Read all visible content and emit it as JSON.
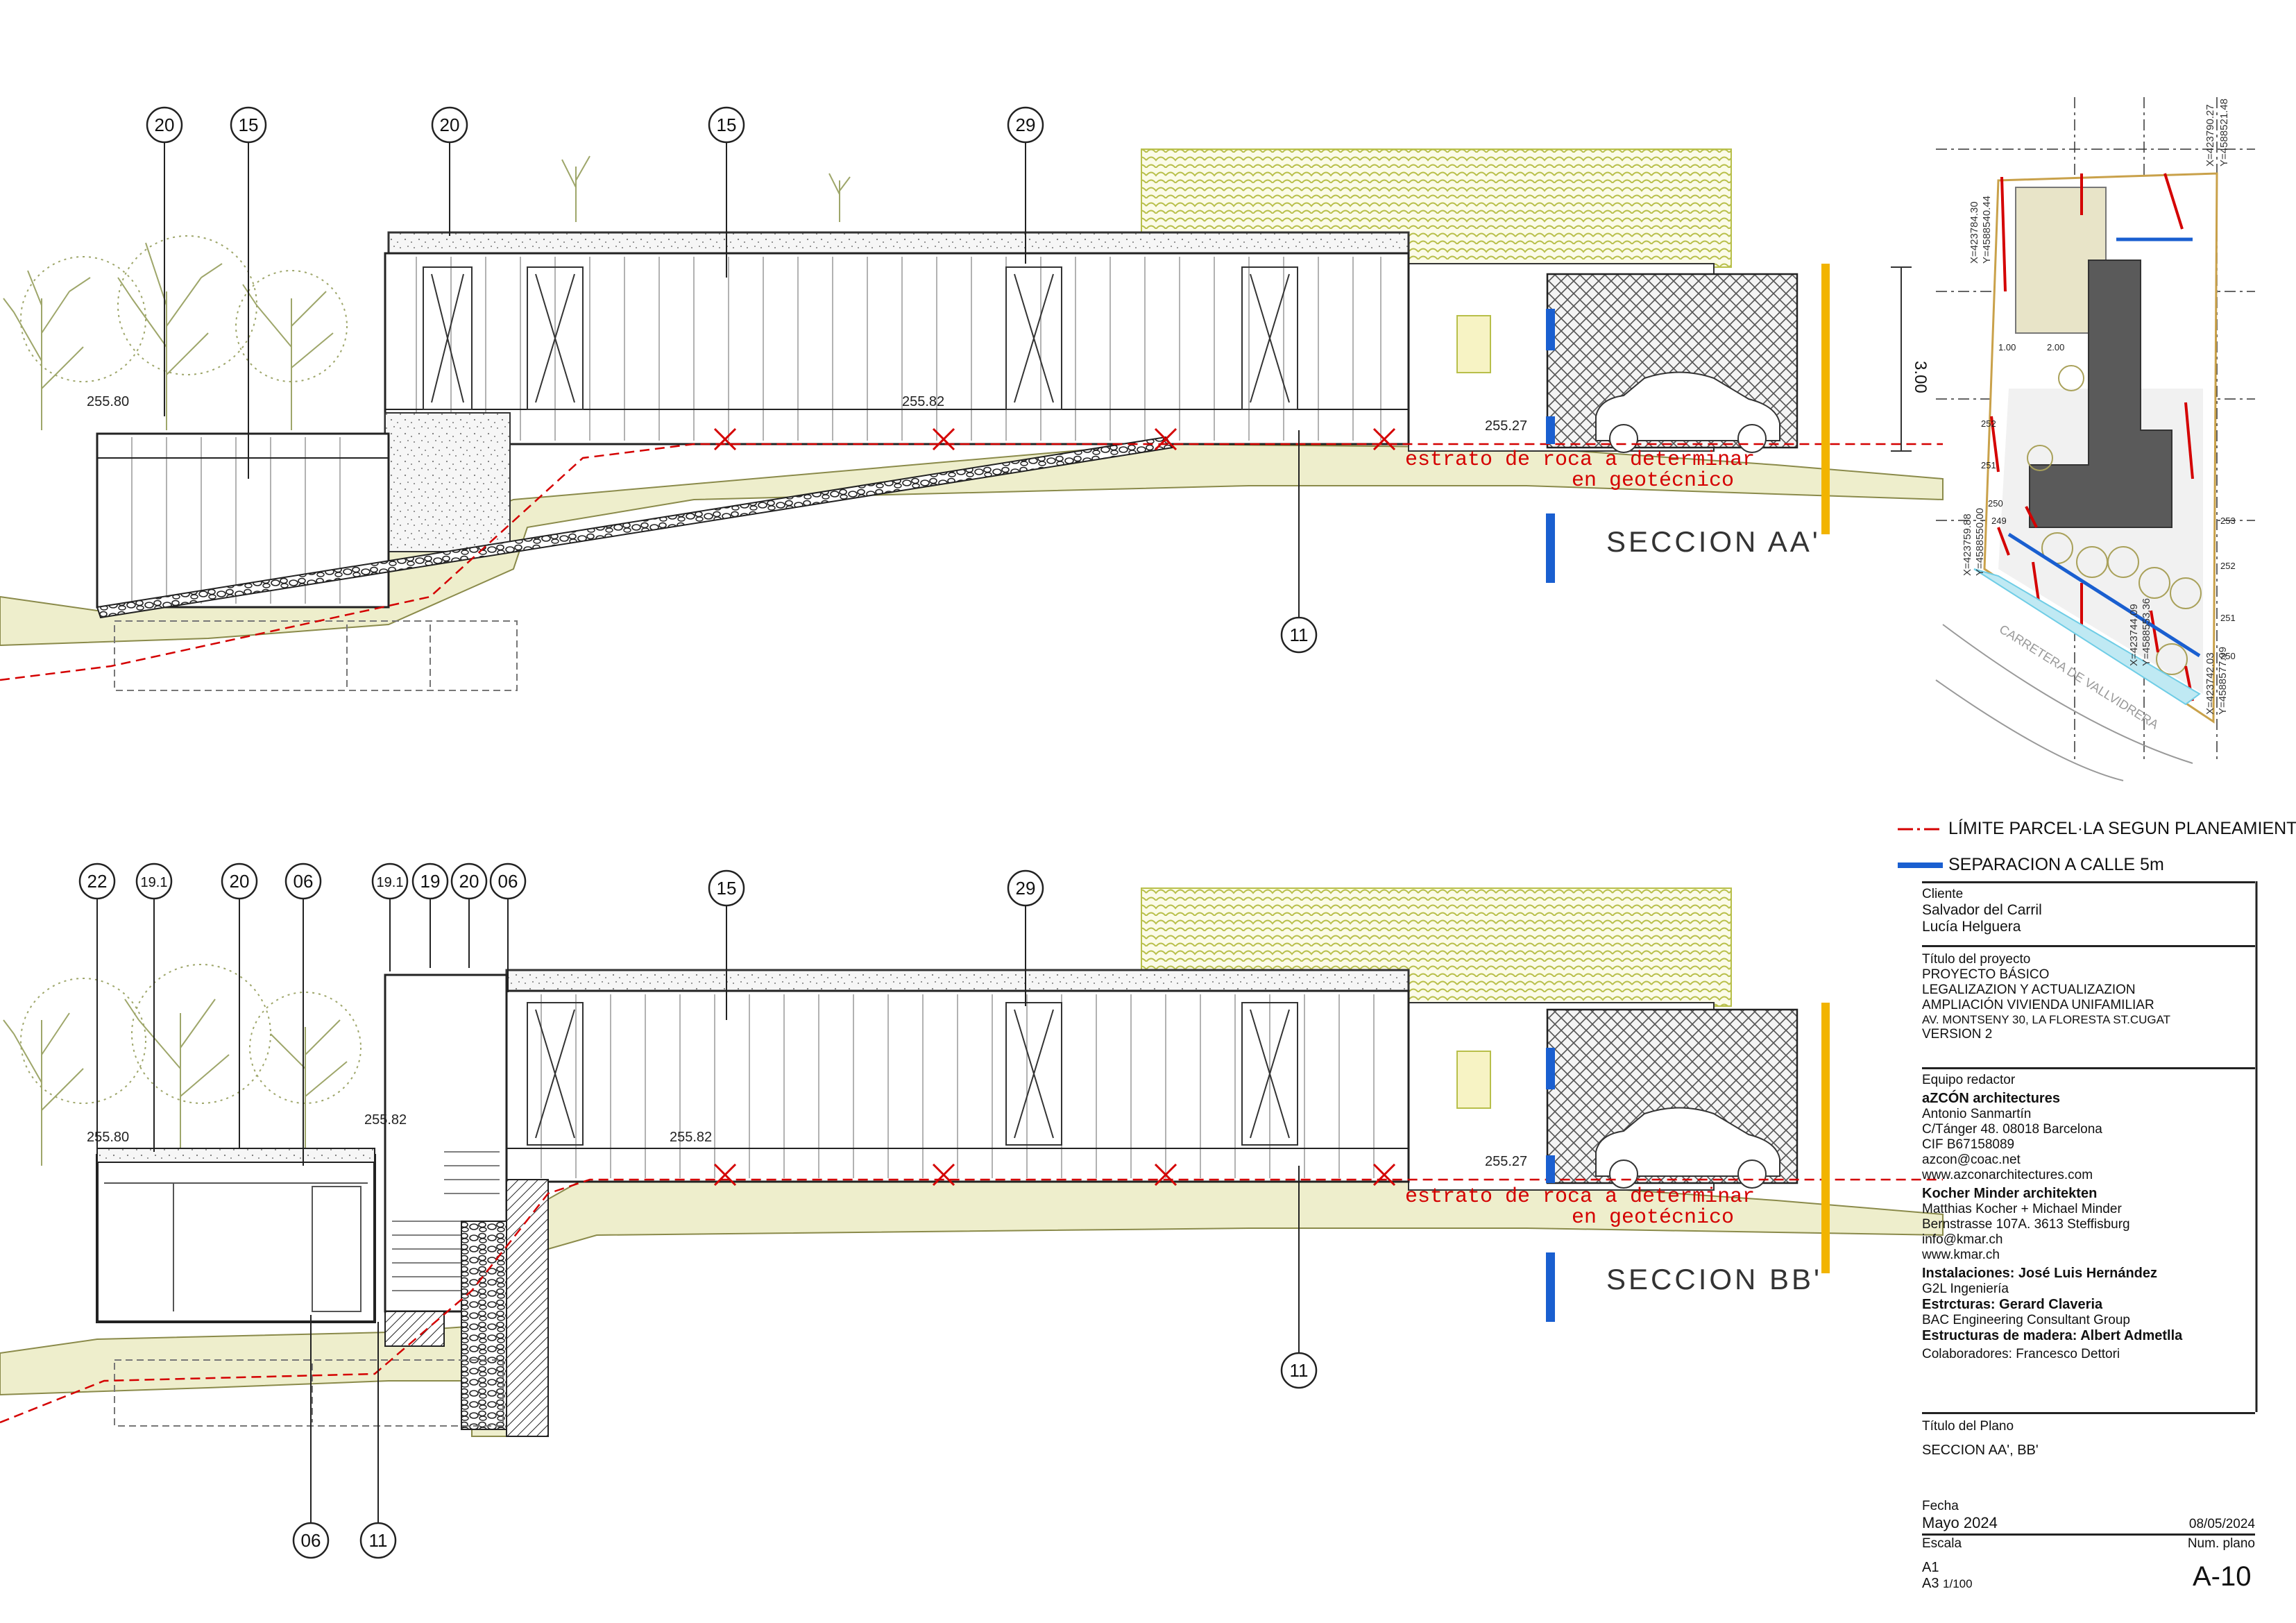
{
  "callouts": {
    "top_tags": [
      "20",
      "15",
      "20",
      "15",
      "29"
    ],
    "top_bottom_tag": "11",
    "bottom_tags": [
      "22",
      "19.1",
      "20",
      "06",
      "19.1",
      "19",
      "20",
      "06",
      "15",
      "29"
    ],
    "bottom_low_tags": [
      "06",
      "11",
      "11"
    ]
  },
  "levels": {
    "aa_left": "255.80",
    "aa_mid": "255.82",
    "aa_right": "255.27",
    "bb_left": "255.80",
    "bb_mid1": "255.82",
    "bb_mid2": "255.82",
    "bb_right": "255.27"
  },
  "notes": {
    "rock_line1": "estrato de roca a determinar",
    "rock_line2": "en geotécnico",
    "height_dim": "3.00"
  },
  "sections": {
    "aa": "SECCION AA'",
    "bb": "SECCION BB'"
  },
  "site_plan": {
    "coords": [
      "X=423790.27",
      "Y=4588521.48",
      "X=423784.30",
      "Y=4588540.44",
      "X=423759.88",
      "Y=4588550.00",
      "X=423744.09",
      "Y=4588553.36",
      "X=423742.03",
      "Y=4588577.99"
    ],
    "contours": [
      "252",
      "251",
      "250",
      "249",
      "253",
      "252",
      "251",
      "250"
    ],
    "street": "CARRETERA DE VALLVIDRERA",
    "offsets": [
      "2.00",
      "1.00"
    ]
  },
  "legend": {
    "parcel_limit": "LÍMITE PARCEL·LA SEGUN PLANEAMIENTO",
    "street_setback": "SEPARACION A CALLE 5m",
    "colors": {
      "parcel_limit": "#d40000",
      "street_setback": "#1a5fd0",
      "accent_yellow": "#f2b400"
    }
  },
  "title_block": {
    "client_label": "Cliente",
    "client_names": [
      "Salvador del Carril",
      "Lucía Helguera"
    ],
    "project_label": "Título del proyecto",
    "project_lines": [
      "PROYECTO BÁSICO",
      "LEGALIZAZION Y ACTUALIZAZION",
      "AMPLIACIÓN VIVIENDA UNIFAMILIAR",
      "AV. MONTSENY 30, LA FLORESTA ST.CUGAT",
      "VERSION 2"
    ],
    "team_label": "Equipo redactor",
    "firm1": "aZCÓN architectures",
    "firm1_lines": [
      "Antonio Sanmartín",
      "C/Tánger 48. 08018 Barcelona",
      "CIF B67158089",
      "azcon@coac.net",
      "www.azconarchitectures.com"
    ],
    "firm2": "Kocher Minder architekten",
    "firm2_lines": [
      "Matthias Kocher + Michael Minder",
      "Bernstrasse 107A. 3613 Steffisburg",
      "info@kmar.ch",
      "www.kmar.ch"
    ],
    "installations": "Instalaciones: José Luis Hernández",
    "installations_firm": "G2L Ingeniería",
    "structures": "Estrcturas: Gerard Claveria",
    "structures_firm": "BAC Engineering Consultant Group",
    "timber": "Estructuras de madera: Albert Admetlla",
    "collaborators": "Colaboradores: Francesco Dettori",
    "plan_title_label": "Título del Plano",
    "plan_title": "SECCION AA', BB'",
    "date_label": "Fecha",
    "date_value": "Mayo 2024",
    "date_exact": "08/05/2024",
    "scale_label": "Escala",
    "sheet_label": "Num. plano",
    "scale_a1": "A1",
    "scale_a3": "A3",
    "scale_ratio": "1/100",
    "sheet_number": "A-10"
  }
}
